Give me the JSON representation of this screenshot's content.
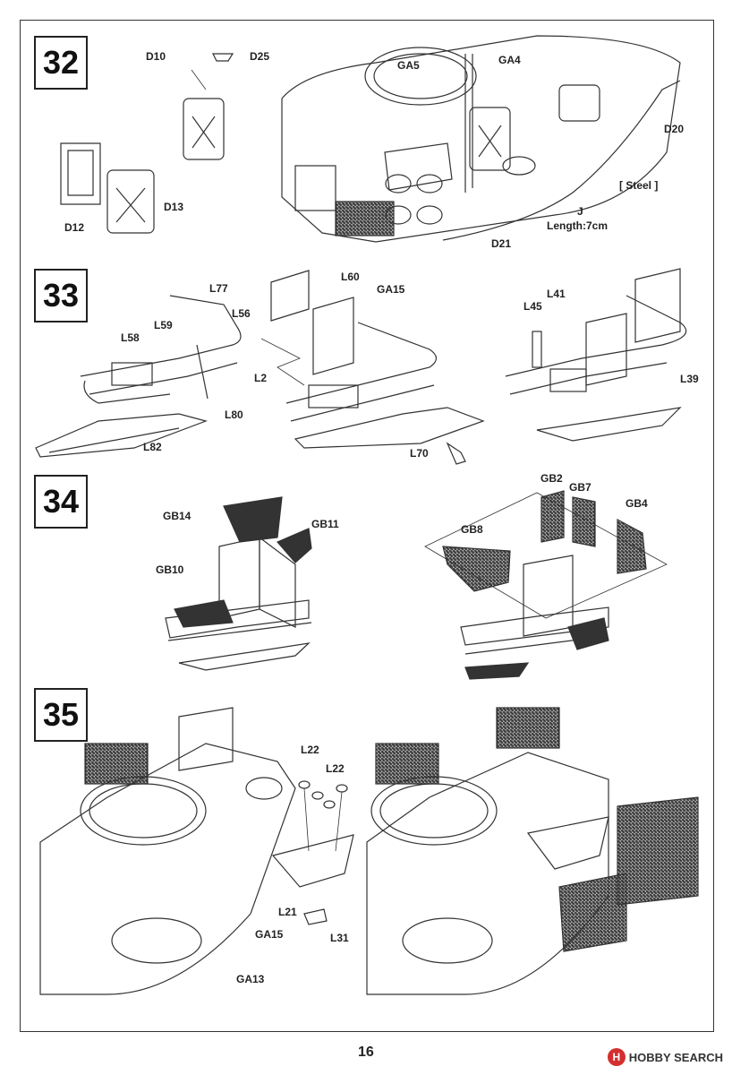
{
  "page": {
    "number": "16"
  },
  "watermark": {
    "badge": "H",
    "text": "HOBBY SEARCH",
    "color": "#d32f2f"
  },
  "steps": [
    {
      "number": "32",
      "parts": [
        "D10",
        "D25",
        "GA5",
        "GA4",
        "D20",
        "D12",
        "D13",
        "D21"
      ],
      "notes": {
        "steel": "[ Steel ]",
        "j": "J",
        "length": "Length:7cm"
      }
    },
    {
      "number": "33",
      "parts": [
        "L77",
        "L59",
        "L58",
        "L80",
        "L82",
        "L56",
        "L60",
        "GA15",
        "L2",
        "L70",
        "L41",
        "L45",
        "L39"
      ]
    },
    {
      "number": "34",
      "parts": [
        "GB14",
        "GB11",
        "GB10",
        "GB2",
        "GB7",
        "GB4",
        "GB8"
      ]
    },
    {
      "number": "35",
      "parts": [
        "L22",
        "L22",
        "L21",
        "GA15",
        "GA13",
        "L31"
      ]
    }
  ]
}
